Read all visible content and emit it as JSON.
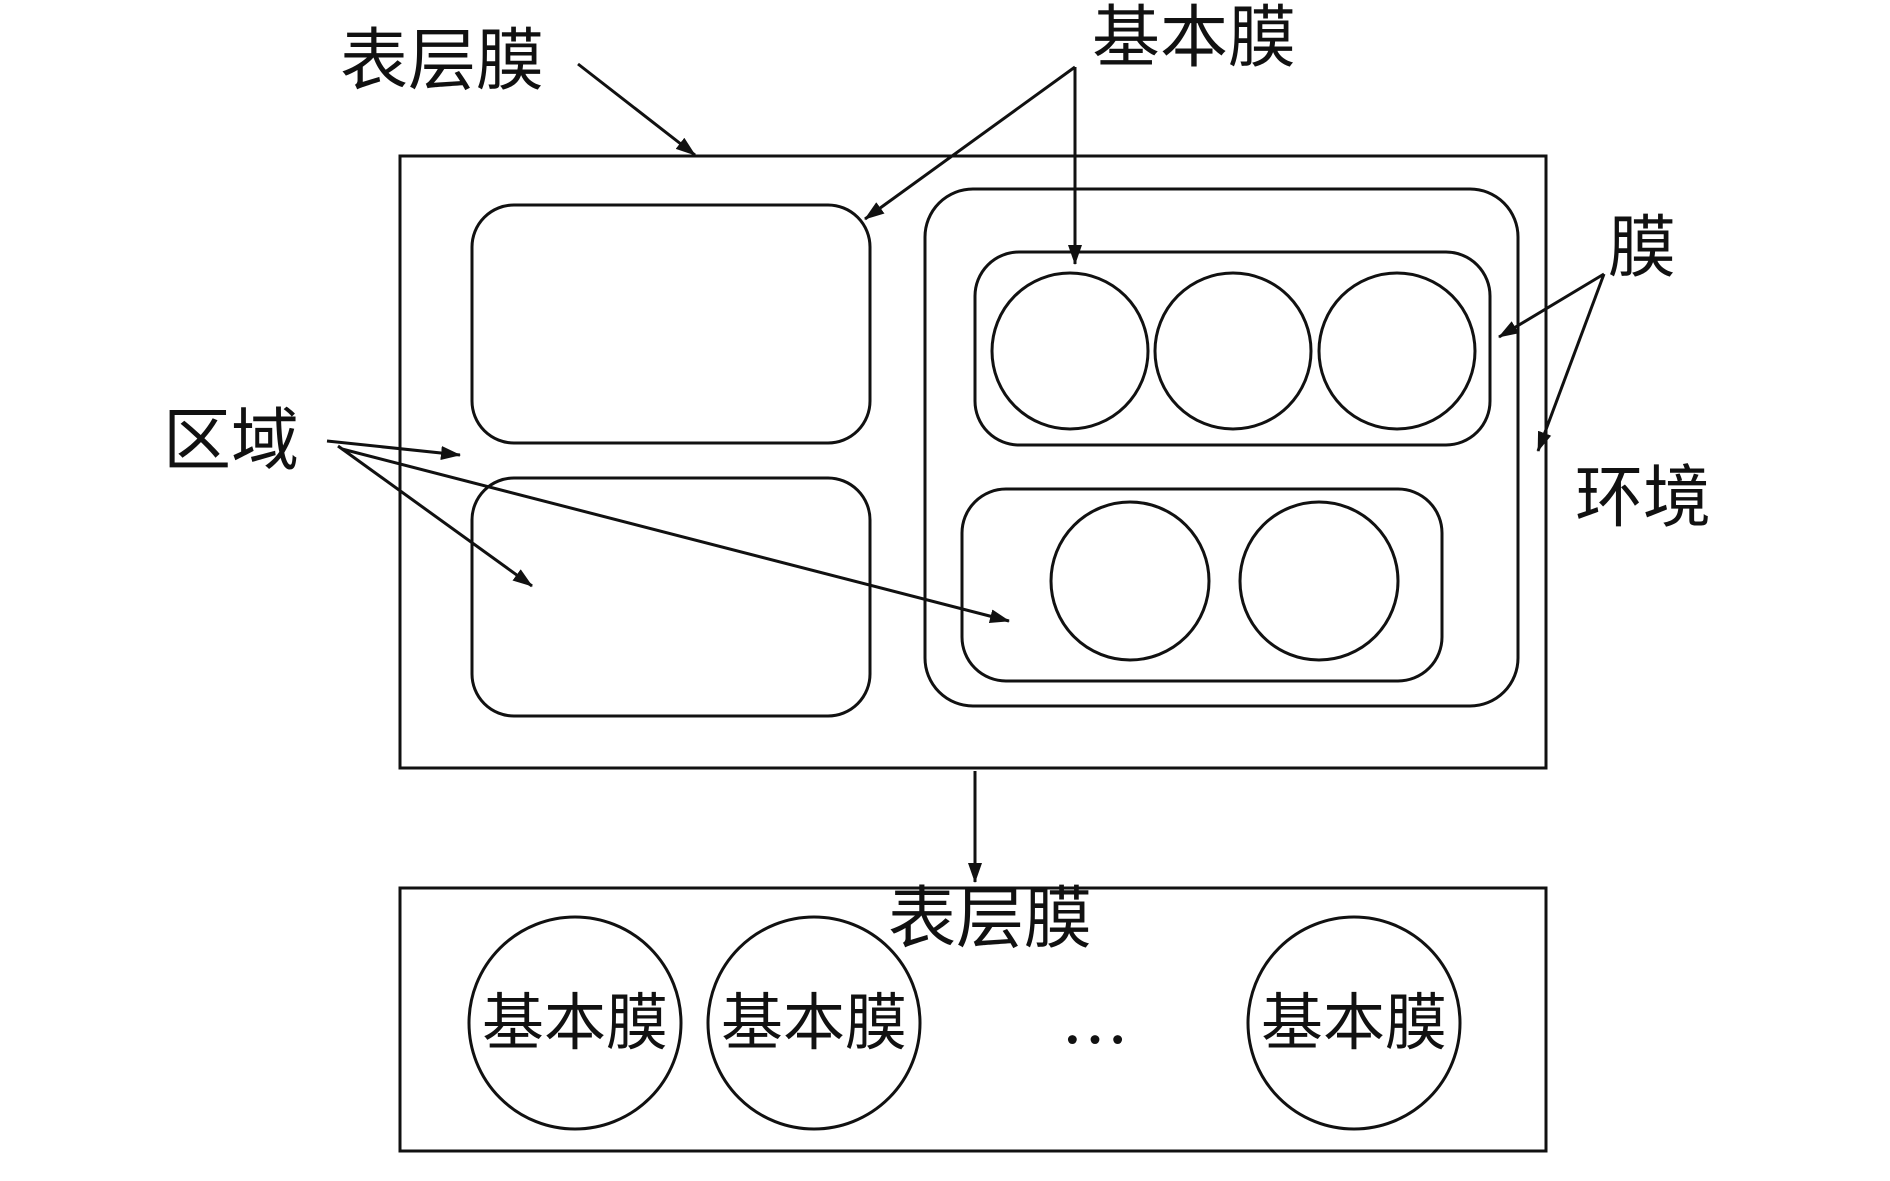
{
  "labels": {
    "surface_membrane_top": "表层膜",
    "basic_membrane_top": "基本膜",
    "membrane": "膜",
    "region": "区域",
    "environment": "环境",
    "surface_membrane_bottom": "表层膜"
  },
  "bottom_nodes": [
    "基本膜",
    "基本膜",
    "基本膜"
  ],
  "ellipsis": "…"
}
